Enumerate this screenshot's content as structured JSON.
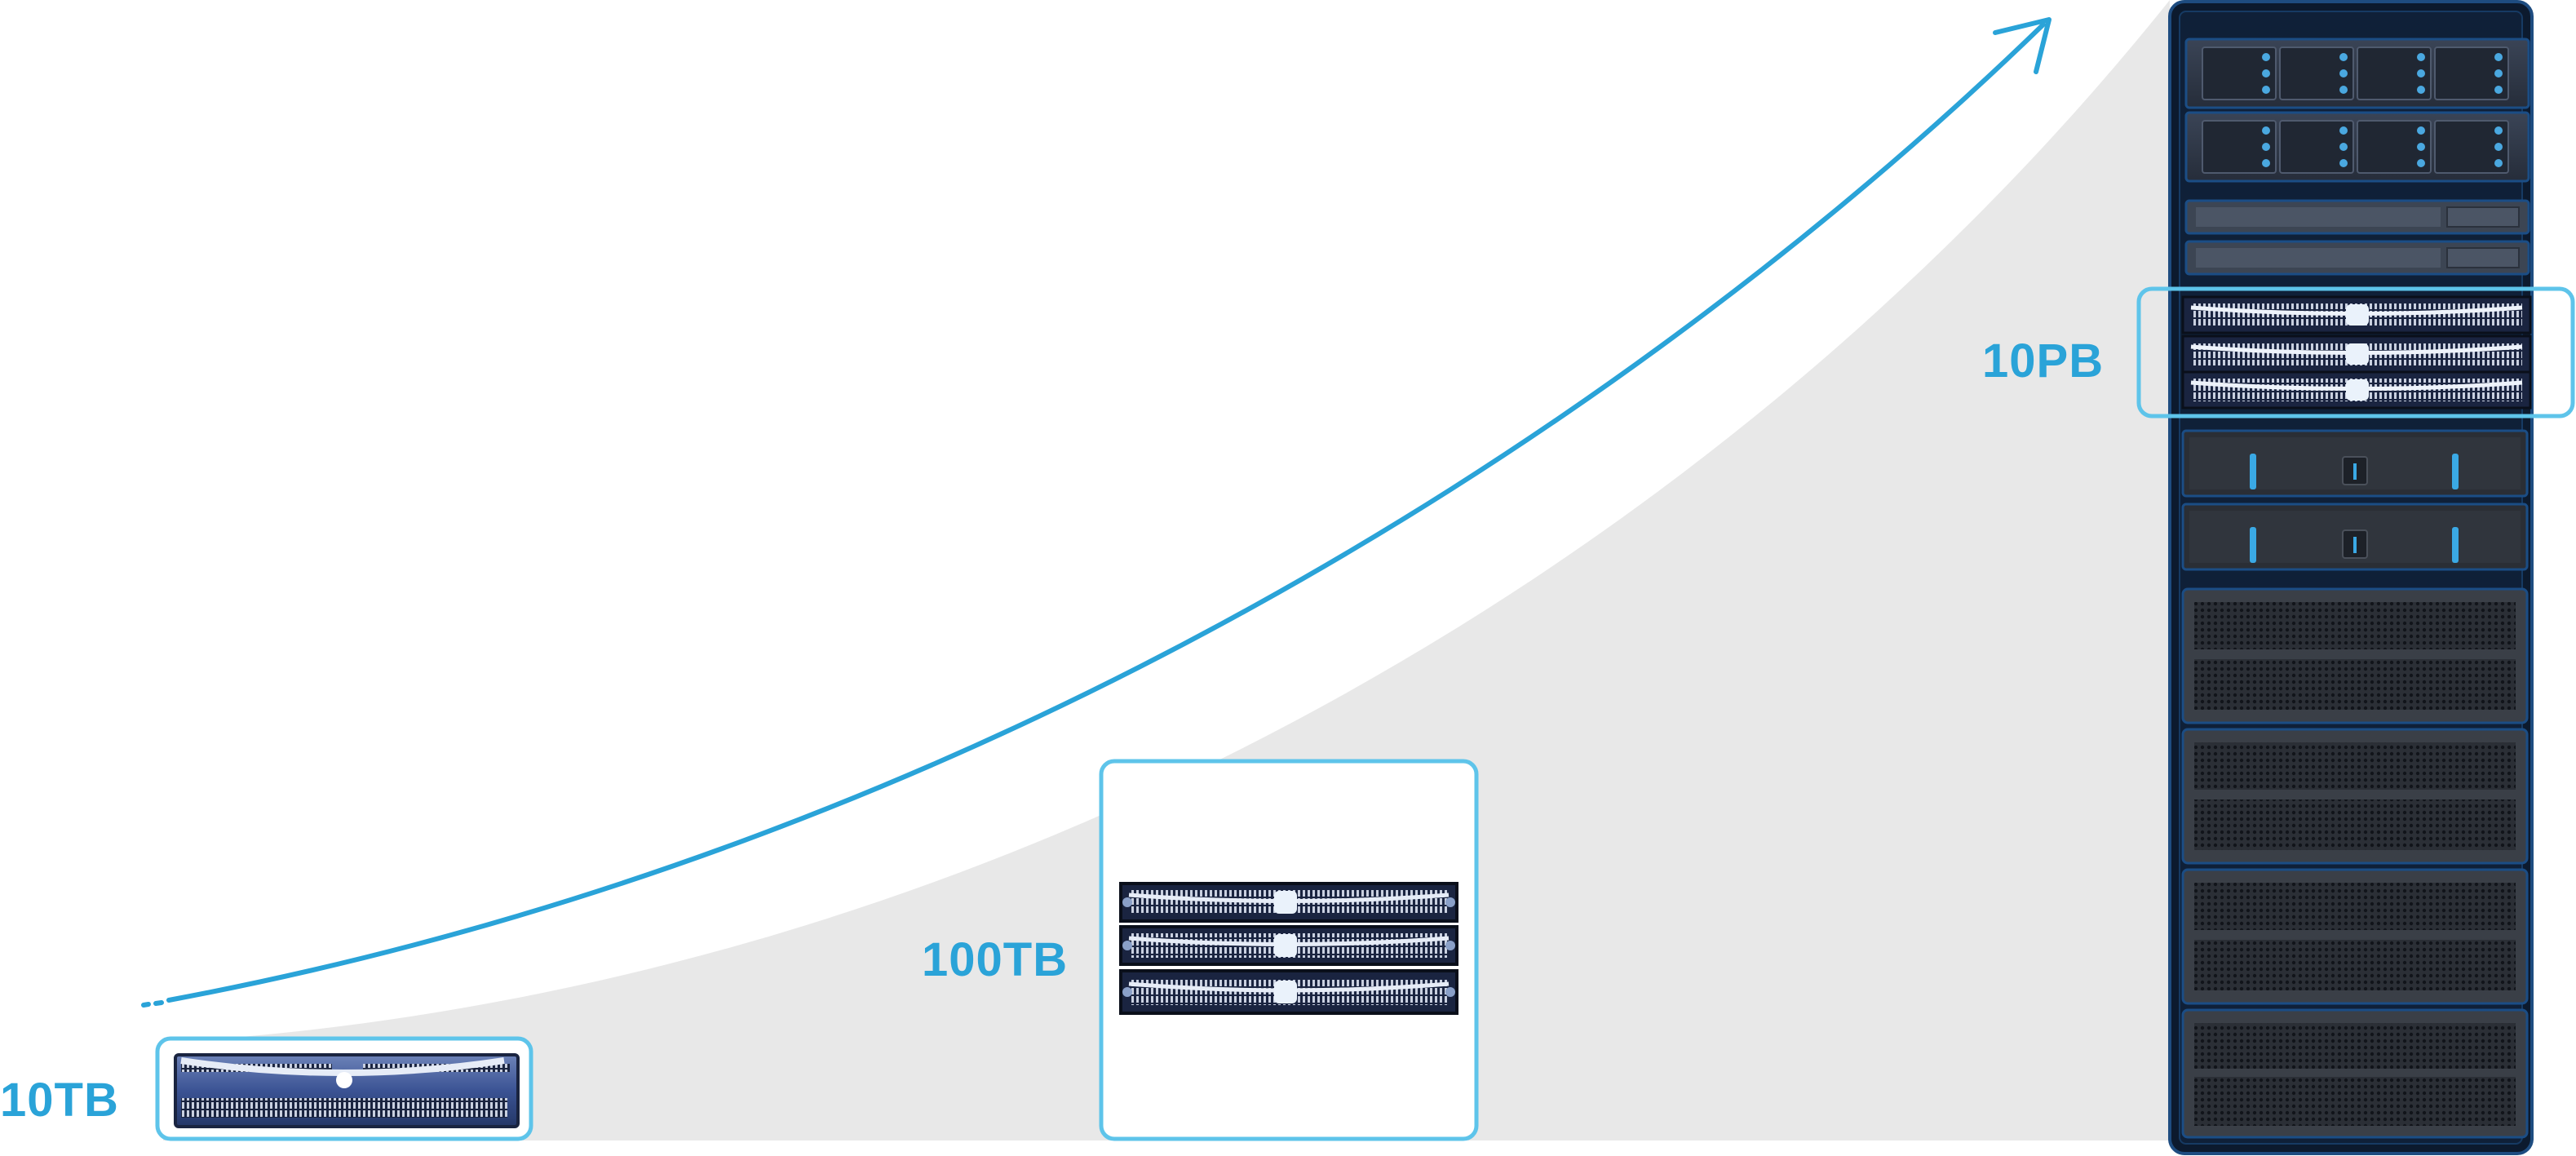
{
  "labels": {
    "small": "10TB",
    "medium": "100TB",
    "large": "10PB"
  },
  "colors": {
    "accent": "#2aa3d8",
    "highlight_box": "#5ec4ea",
    "area_fill": "#e8e8e8",
    "rack_frame": "#0c1a2e",
    "server_blue": "#3d5998"
  }
}
